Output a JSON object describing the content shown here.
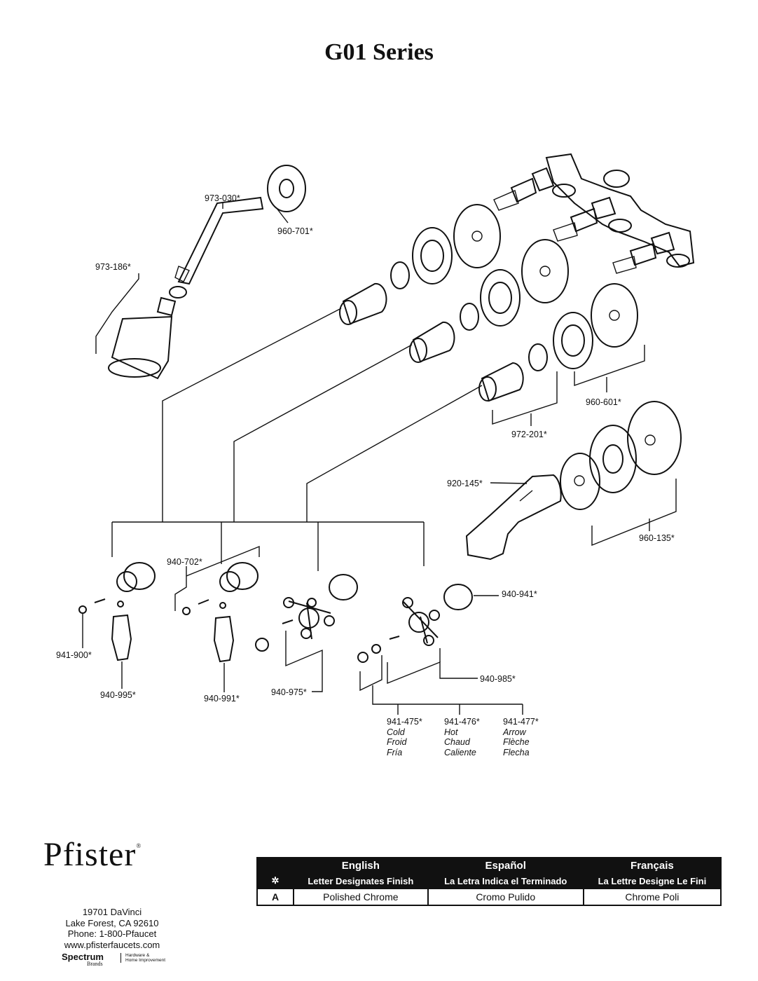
{
  "title": "G01 Series",
  "labels": {
    "p973_030": "973-030*",
    "p960_701": "960-701*",
    "p973_186": "973-186*",
    "p960_601": "960-601*",
    "p972_201": "972-201*",
    "p920_145": "920-145*",
    "p960_135": "960-135*",
    "p940_702": "940-702*",
    "p940_941": "940-941*",
    "p941_900": "941-900*",
    "p940_995": "940-995*",
    "p940_991": "940-991*",
    "p940_975": "940-975*",
    "p940_985": "940-985*"
  },
  "indexes": [
    {
      "code": "941-475*",
      "lines": [
        "Cold",
        "Froid",
        "Fría"
      ]
    },
    {
      "code": "941-476*",
      "lines": [
        "Hot",
        "Chaud",
        "Caliente"
      ]
    },
    {
      "code": "941-477*",
      "lines": [
        "Arrow",
        "Flèche",
        "Flecha"
      ]
    }
  ],
  "company": {
    "brand": "Pfister",
    "address1": "19701 DaVinci",
    "address2": "Lake Forest, CA 92610",
    "phone": "Phone: 1-800-Pfaucet",
    "web": "www.pfisterfaucets.com",
    "parent": "Spectrum",
    "parent_sub": "Brands",
    "parent_side1": "Hardware &",
    "parent_side2": "Home Improvement"
  },
  "finish_table": {
    "headers": [
      "English",
      "Español",
      "Français"
    ],
    "sub_symbol": "✲",
    "subheaders": [
      "Letter Designates Finish",
      "La Letra Indica el Terminado",
      "La Lettre Designe Le Fini"
    ],
    "rows": [
      {
        "code": "A",
        "english": "Polished Chrome",
        "espanol": "Cromo Pulido",
        "francais": "Chrome Poli"
      }
    ]
  }
}
